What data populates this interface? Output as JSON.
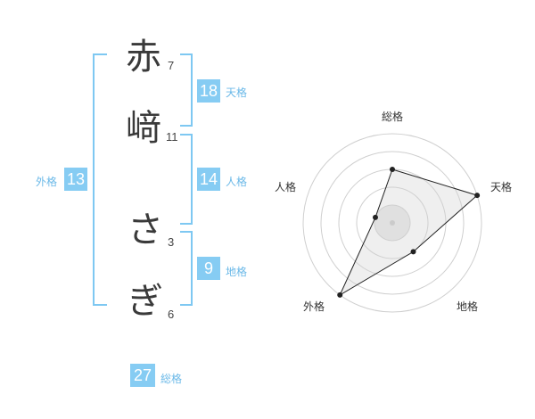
{
  "name": {
    "chars": [
      {
        "char": "赤",
        "strokes": "7"
      },
      {
        "char": "﨑",
        "strokes": "11"
      },
      {
        "char": "さ",
        "strokes": "3"
      },
      {
        "char": "ぎ",
        "strokes": "6"
      }
    ]
  },
  "fortunes": {
    "tenkaku": {
      "value": "18",
      "label": "天格"
    },
    "jinkaku": {
      "value": "14",
      "label": "人格"
    },
    "chikaku": {
      "value": "9",
      "label": "地格"
    },
    "gaikaku": {
      "value": "13",
      "label": "外格"
    },
    "soukaku": {
      "value": "27",
      "label": "総格"
    }
  },
  "radar": {
    "axes": [
      "総格",
      "天格",
      "地格",
      "外格",
      "人格"
    ],
    "rings": 5,
    "values": [
      3,
      5,
      2,
      5,
      1
    ]
  }
}
